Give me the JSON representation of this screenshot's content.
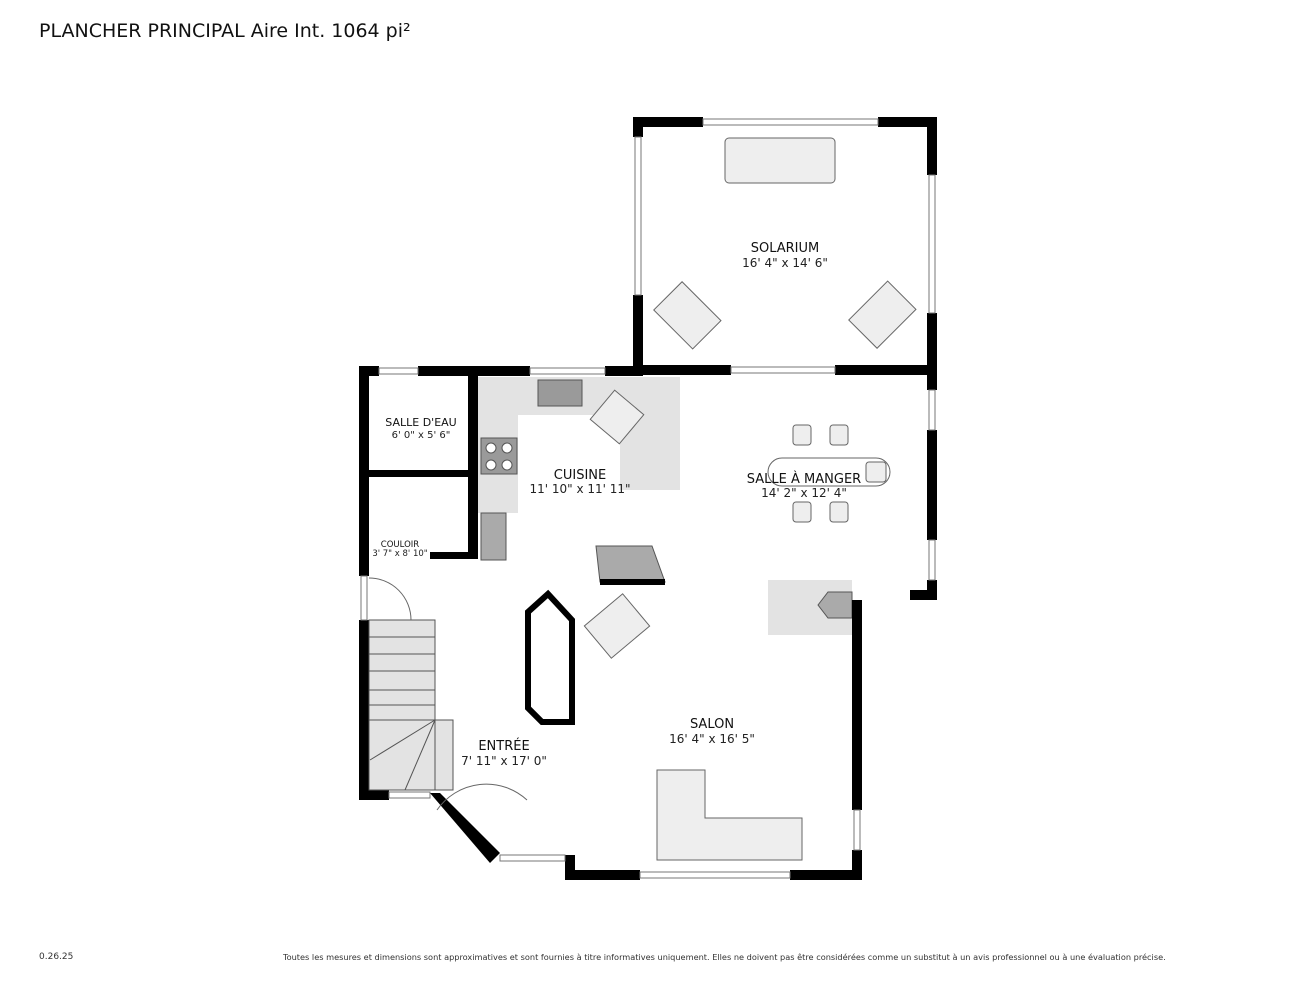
{
  "header": {
    "title": "PLANCHER PRINCIPAL Aire Int. 1064 pi²"
  },
  "footer": {
    "version": "0.26.25",
    "disclaimer": "Toutes les mesures et dimensions sont approximatives et sont fournies à titre informatives uniquement. Elles ne doivent pas être considérées comme un substitut à un avis professionnel ou à une évaluation précise."
  },
  "rooms": [
    {
      "name": "SOLARIUM",
      "dims": "16' 4\" x 14' 6\""
    },
    {
      "name": "SALLE D'EAU",
      "dims": "6' 0\" x 5' 6\""
    },
    {
      "name": "CUISINE",
      "dims": "11' 10\" x 11' 11\""
    },
    {
      "name": "SALLE À MANGER",
      "dims": "14' 2\" x 12' 4\""
    },
    {
      "name": "COULOIR",
      "dims": "3' 7\" x 8' 10\""
    },
    {
      "name": "ENTRÉE",
      "dims": "7' 11\" x 17' 0\""
    },
    {
      "name": "SALON",
      "dims": "16' 4\" x 16' 5\""
    }
  ],
  "colors": {
    "wall": "#000000",
    "counter": "#e3e3e3",
    "appliance": "#9a9a9a",
    "furniture": "#eeeeee"
  }
}
